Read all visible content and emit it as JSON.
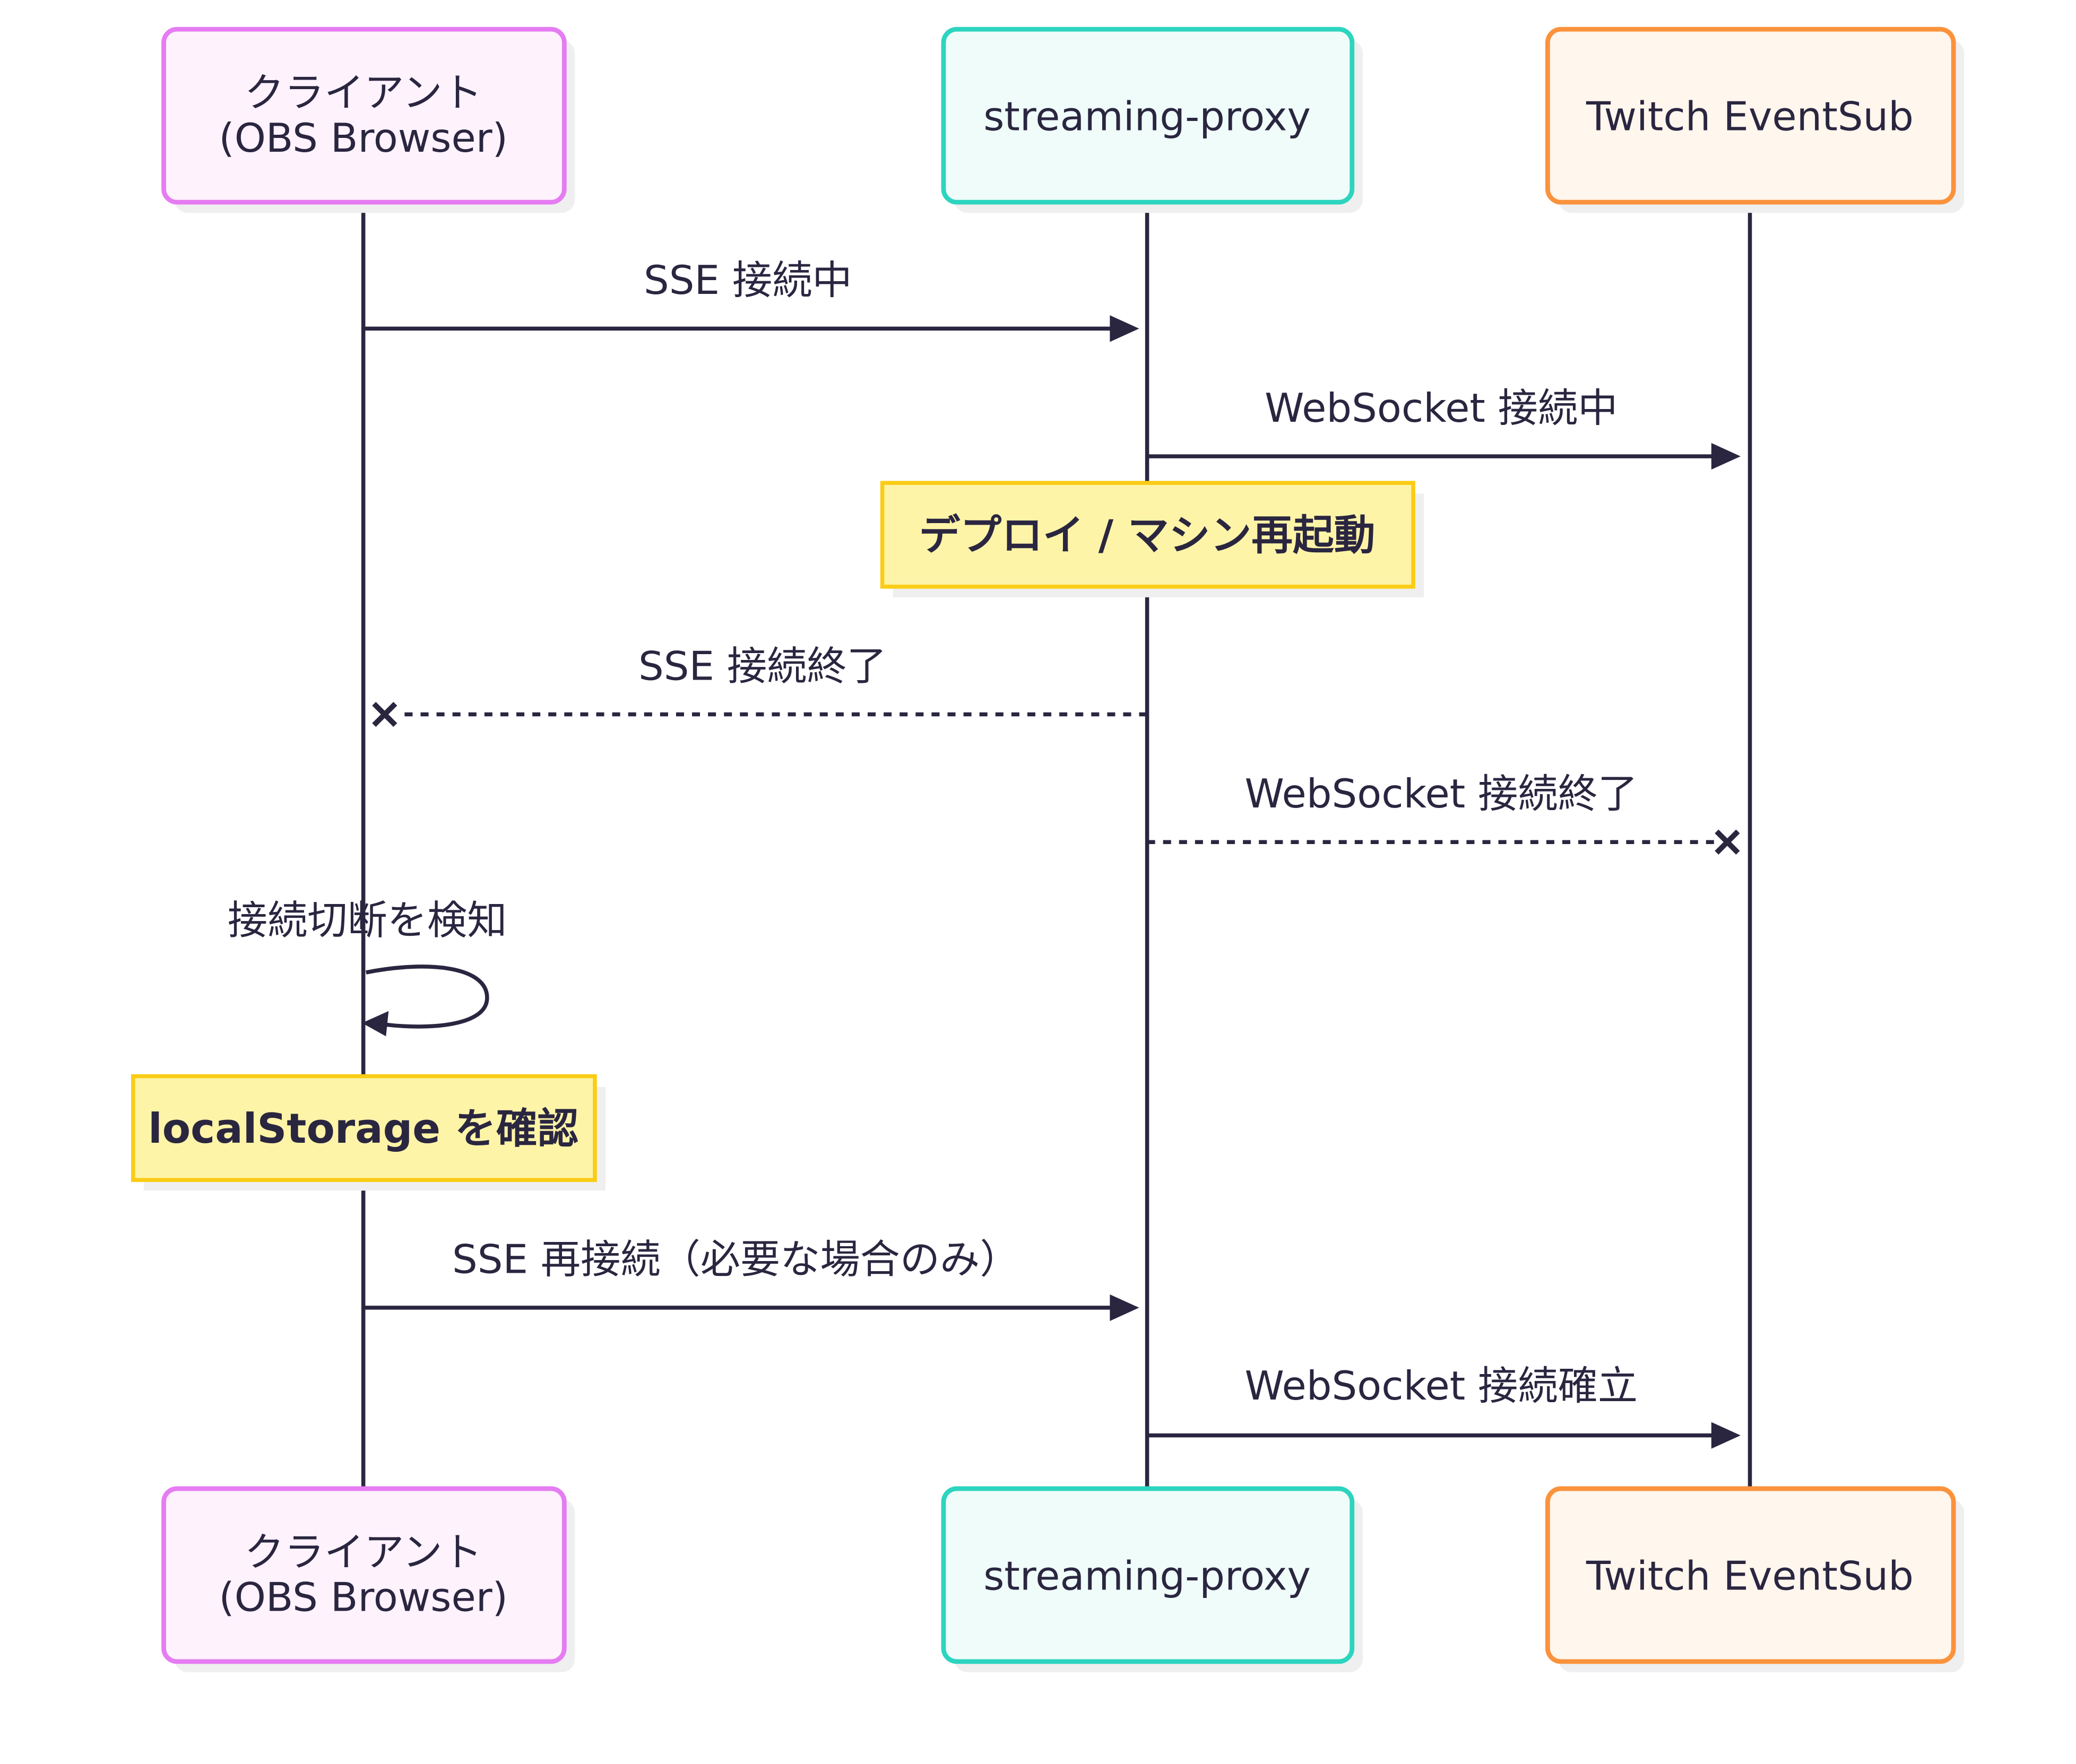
{
  "diagram": {
    "type": "sequence",
    "participants": [
      {
        "id": "client",
        "lines": [
          "クライアント",
          "(OBS Browser)"
        ],
        "border": "#e57cf2",
        "fill": "#fef2fd"
      },
      {
        "id": "proxy",
        "lines": [
          "streaming-proxy"
        ],
        "border": "#2dd4bf",
        "fill": "#effcf9"
      },
      {
        "id": "twitch",
        "lines": [
          "Twitch EventSub"
        ],
        "border": "#fb923c",
        "fill": "#fff6ed"
      }
    ],
    "messages": [
      {
        "from": "client",
        "to": "proxy",
        "label": "SSE 接続中",
        "style": "solid",
        "end": "arrow"
      },
      {
        "from": "proxy",
        "to": "twitch",
        "label": "WebSocket 接続中",
        "style": "solid",
        "end": "arrow"
      },
      {
        "from": "proxy",
        "to": "client",
        "label": "SSE 接続終了",
        "style": "dotted",
        "end": "cross"
      },
      {
        "from": "proxy",
        "to": "twitch",
        "label": "WebSocket 接続終了",
        "style": "dotted",
        "end": "cross"
      },
      {
        "from": "client",
        "to": "client",
        "label": "接続切断を検知",
        "style": "solid",
        "end": "arrow"
      },
      {
        "from": "client",
        "to": "proxy",
        "label": "SSE 再接続（必要な場合のみ）",
        "style": "solid",
        "end": "arrow"
      },
      {
        "from": "proxy",
        "to": "twitch",
        "label": "WebSocket 接続確立",
        "style": "solid",
        "end": "arrow"
      }
    ],
    "notes": [
      {
        "over": "proxy",
        "text": "デプロイ / マシン再起動"
      },
      {
        "over": "client",
        "text": "localStorage を確認"
      }
    ],
    "colors": {
      "line": "#2a2640",
      "note_fill": "#fef4a8",
      "note_border": "#facc15",
      "shadow": "#efefef"
    }
  }
}
